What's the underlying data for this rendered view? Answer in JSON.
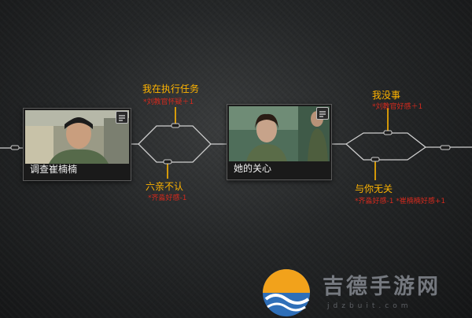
{
  "nodes": [
    {
      "label": "调查崔楠楠"
    },
    {
      "label": "她的关心"
    }
  ],
  "branch1": {
    "top": {
      "text": "我在执行任务",
      "effect": "*刘教官怀疑＋1"
    },
    "bottom": {
      "text": "六亲不认",
      "effect": "*齐淼好感-1"
    }
  },
  "branch2": {
    "top": {
      "text": "我没事",
      "effect": "*刘教官好感＋1"
    },
    "bottom": {
      "text": "与你无关",
      "effect": "*齐淼好感-1  *崔楠楠好感+1"
    }
  },
  "watermark": {
    "name": "吉德手游网",
    "url": "jdzbuit.com"
  },
  "colors": {
    "option": "#ffb400",
    "effect": "#d22a1e",
    "line": "#cfcfcf"
  }
}
